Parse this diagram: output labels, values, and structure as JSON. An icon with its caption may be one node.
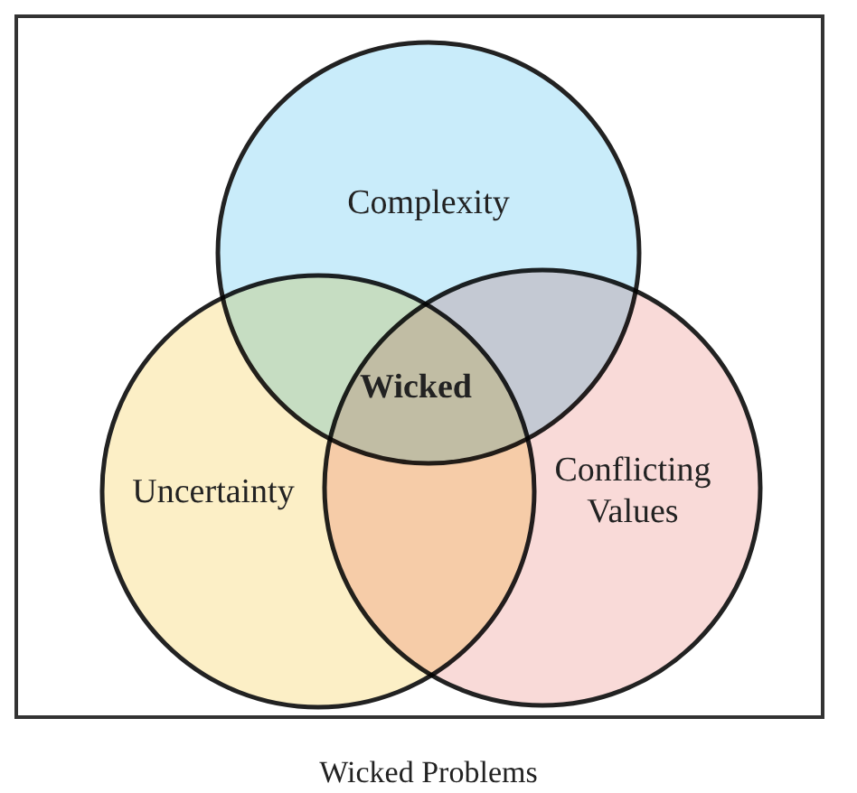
{
  "diagram": {
    "caption": "Wicked Problems",
    "nodes": [
      {
        "text": [
          "Complexity"
        ]
      },
      {
        "text": [
          "Uncertainty"
        ]
      },
      {
        "text": [
          "Conflicting Values"
        ]
      }
    ],
    "edges": [],
    "labels": [
      "Wicked"
    ]
  }
}
